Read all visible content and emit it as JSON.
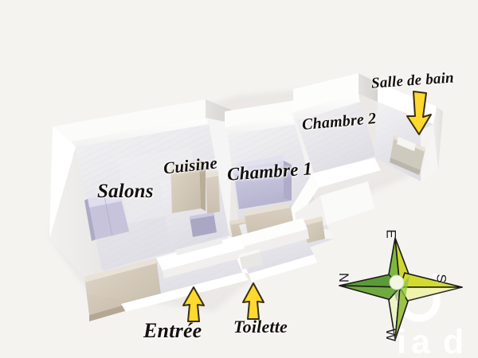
{
  "image": {
    "kind": "3d-floor-plan-render",
    "background_color": "#f5f3f0"
  },
  "rooms": [
    {
      "id": "salons",
      "label": "Salons"
    },
    {
      "id": "cuisine",
      "label": "Cuisine"
    },
    {
      "id": "chambre1",
      "label": "Chambre 1"
    },
    {
      "id": "chambre2",
      "label": "Chambre 2"
    },
    {
      "id": "salledebain",
      "label": "Salle de bain"
    },
    {
      "id": "entree",
      "label": "Entrée"
    },
    {
      "id": "toilette",
      "label": "Toilette"
    }
  ],
  "annotations": {
    "arrow_color": "#FFD92E",
    "arrow_outline_color": "#3a2f12",
    "arrows": [
      {
        "id": "arrow-salledebain",
        "points_to": "salledebain",
        "direction": "down"
      },
      {
        "id": "arrow-entree",
        "points_to": "entree",
        "direction": "up"
      },
      {
        "id": "arrow-toilette",
        "points_to": "toilette",
        "direction": "up"
      }
    ]
  },
  "compass": {
    "name": "compass-rose",
    "north": "N",
    "east": "E",
    "south": "S",
    "west": "W",
    "colors": {
      "dark_green": "#5b9b37",
      "light_green": "#8cc63f",
      "yellow_green": "#cfd72e",
      "pale": "#eef3c8",
      "outline": "#1a1a1a"
    }
  },
  "watermark": {
    "text": "iad",
    "color": "#ffffff"
  }
}
